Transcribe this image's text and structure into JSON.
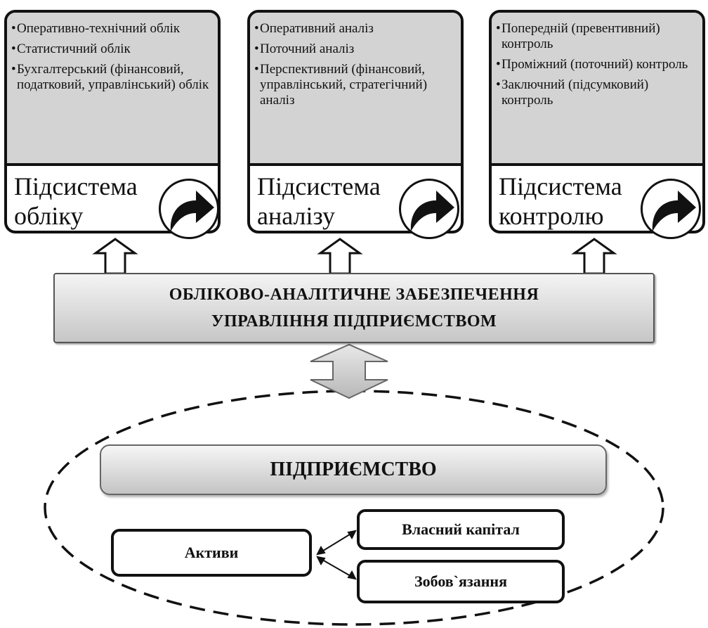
{
  "subsystems": [
    {
      "items": [
        "Оперативно-технічний облік",
        "Статистичний облік",
        "Бухгалтерський (фінансовий, податковий, управлінський) облік"
      ],
      "title_line1": "Підсистема",
      "title_line2": "обліку"
    },
    {
      "items": [
        "Оперативний аналіз",
        "Поточний аналіз",
        "Перспективний (фінансовий, управлінський, стратегічний) аналіз"
      ],
      "title_line1": "Підсистема",
      "title_line2": "аналізу"
    },
    {
      "items": [
        "Попередній (превентивний) контроль",
        "Проміжний (поточний) контроль",
        "Заключний (підсумковий) контроль"
      ],
      "title_line1": "Підсистема",
      "title_line2": "контролю"
    }
  ],
  "central": {
    "line1": "ОБЛІКОВО-АНАЛІТИЧНЕ ЗАБЕЗПЕЧЕННЯ",
    "line2": "УПРАВЛІННЯ ПІДПРИЄМСТВОМ"
  },
  "enterprise": {
    "title": "ПІДПРИЄМСТВО",
    "assets": "Активи",
    "equity": "Власний капітал",
    "liabilities": "Зобов`язання"
  }
}
